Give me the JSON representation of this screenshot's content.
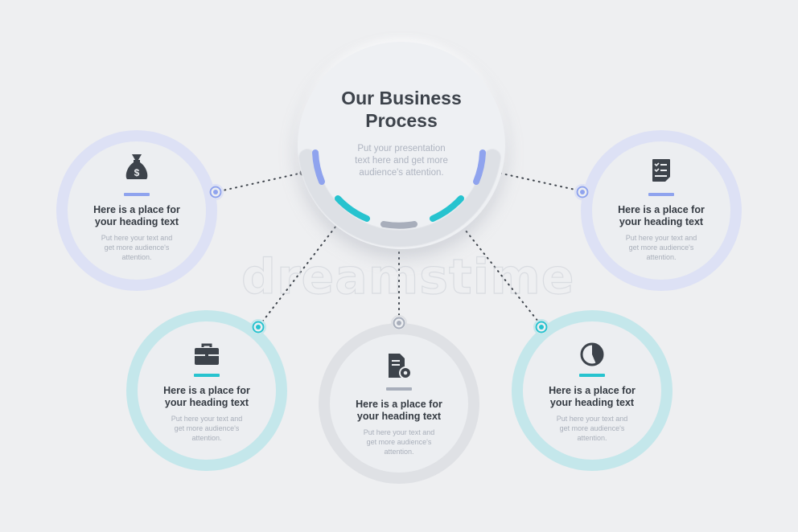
{
  "center": {
    "title_line1": "Our Business",
    "title_line2": "Process",
    "text_line1": "Put your presentation",
    "text_line2": "text here and get more",
    "text_line3": "audience's attention."
  },
  "steps": [
    {
      "icon": "money-bag-icon",
      "heading_line1": "Here is a place for",
      "heading_line2": "your heading text",
      "body_line1": "Put here your text and",
      "body_line2": "get more audience's",
      "body_line3": "attention.",
      "color": "#8fa3ee"
    },
    {
      "icon": "briefcase-icon",
      "heading_line1": "Here is a place for",
      "heading_line2": "your heading text",
      "body_line1": "Put here your text and",
      "body_line2": "get more audience's",
      "body_line3": "attention.",
      "color": "#27c3cf"
    },
    {
      "icon": "document-settings-icon",
      "heading_line1": "Here is a place for",
      "heading_line2": "your heading text",
      "body_line1": "Put here your text and",
      "body_line2": "get more audience's",
      "body_line3": "attention.",
      "color": "#a8aebb"
    },
    {
      "icon": "pie-chart-icon",
      "heading_line1": "Here is a place for",
      "heading_line2": "your heading text",
      "body_line1": "Put here your text and",
      "body_line2": "get more audience's",
      "body_line3": "attention.",
      "color": "#27c3cf"
    },
    {
      "icon": "checklist-icon",
      "heading_line1": "Here is a place for",
      "heading_line2": "your heading text",
      "body_line1": "Put here your text and",
      "body_line2": "get more audience's",
      "body_line3": "attention.",
      "color": "#8fa3ee"
    }
  ],
  "watermark": "dreamstime",
  "colors": {
    "background": "#eeeff1",
    "blue": "#8fa3ee",
    "blue_ring": "#dde1f5",
    "teal": "#27c3cf",
    "teal_ring": "#c4e7eb",
    "gray": "#a8aebb",
    "gray_ring": "#dfe1e5",
    "dark": "#3d434b"
  }
}
